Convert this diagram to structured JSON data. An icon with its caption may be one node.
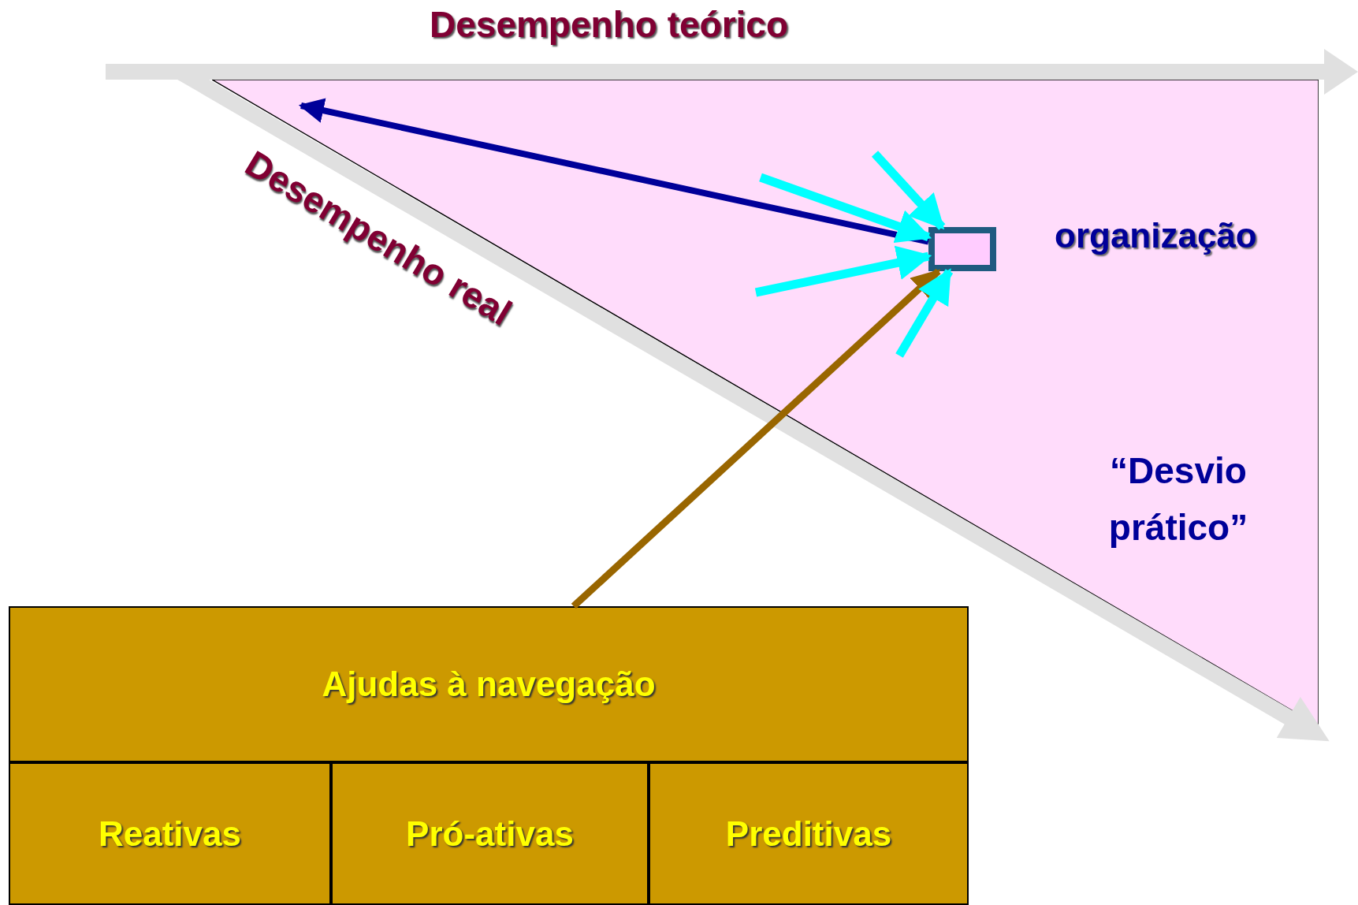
{
  "diagram": {
    "nodes": [
      {
        "text": [
          "“Desvio prático”"
        ]
      },
      {
        "text": [],
        "shape": "box",
        "in": 0,
        "beside": [
          "organização"
        ]
      },
      {
        "text": [
          "Ajudas à navegação"
        ]
      },
      {
        "text": [
          "Reativas"
        ]
      },
      {
        "text": [
          "Pró-ativas"
        ]
      },
      {
        "text": [
          "Preditivas"
        ]
      }
    ],
    "edges": [
      {
        "from": 1,
        "to": null,
        "arrow": "to",
        "color": "#000099"
      },
      {
        "from": 2,
        "to": 1,
        "arrow": "to",
        "color": "#996600"
      },
      {
        "from": null,
        "to": 1,
        "arrow": "to"
      },
      {
        "from": null,
        "to": 1,
        "arrow": "to"
      },
      {
        "from": null,
        "to": 1,
        "arrow": "to"
      },
      {
        "from": null,
        "to": 1,
        "arrow": "to"
      }
    ],
    "labels": [
      "Desempenho teórico",
      "Desempenho real"
    ]
  }
}
